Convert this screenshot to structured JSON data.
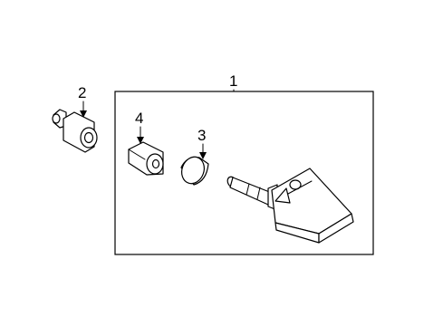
{
  "diagram": {
    "callouts": {
      "assembly": "1",
      "nut": "2",
      "cap": "3",
      "grommet": "4"
    },
    "colors": {
      "line": "#000000",
      "background": "#ffffff"
    }
  }
}
